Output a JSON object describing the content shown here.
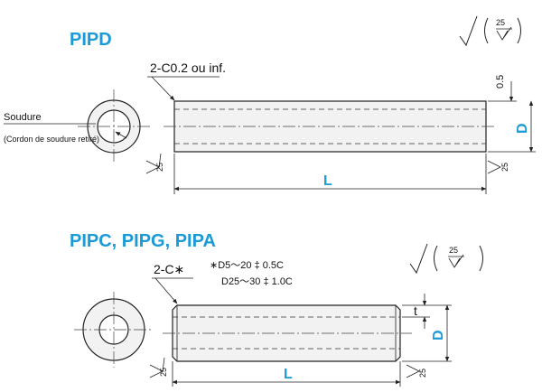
{
  "sections": [
    {
      "title": "PIPD",
      "roughness_value": "25",
      "chamfer_note": "2-C0.2 ou inf.",
      "weld_label": "Soudure",
      "weld_sublabel": "(Cordon de soudure retiré)",
      "dim_top": "0.5",
      "dim_d": "D",
      "dim_l": "L",
      "rough_left": "25",
      "rough_right": "25"
    },
    {
      "title": "PIPC, PIPG, PIPA",
      "roughness_value": "25",
      "chamfer_note": "2-C∗",
      "chamfer_spec_1": "∗D5〜20  ‡ 0.5C",
      "chamfer_spec_2": "D25〜30 ‡ 1.0C",
      "dim_t": "t",
      "dim_d": "D",
      "dim_l": "L",
      "rough_left": "25",
      "rough_right": "25"
    }
  ]
}
